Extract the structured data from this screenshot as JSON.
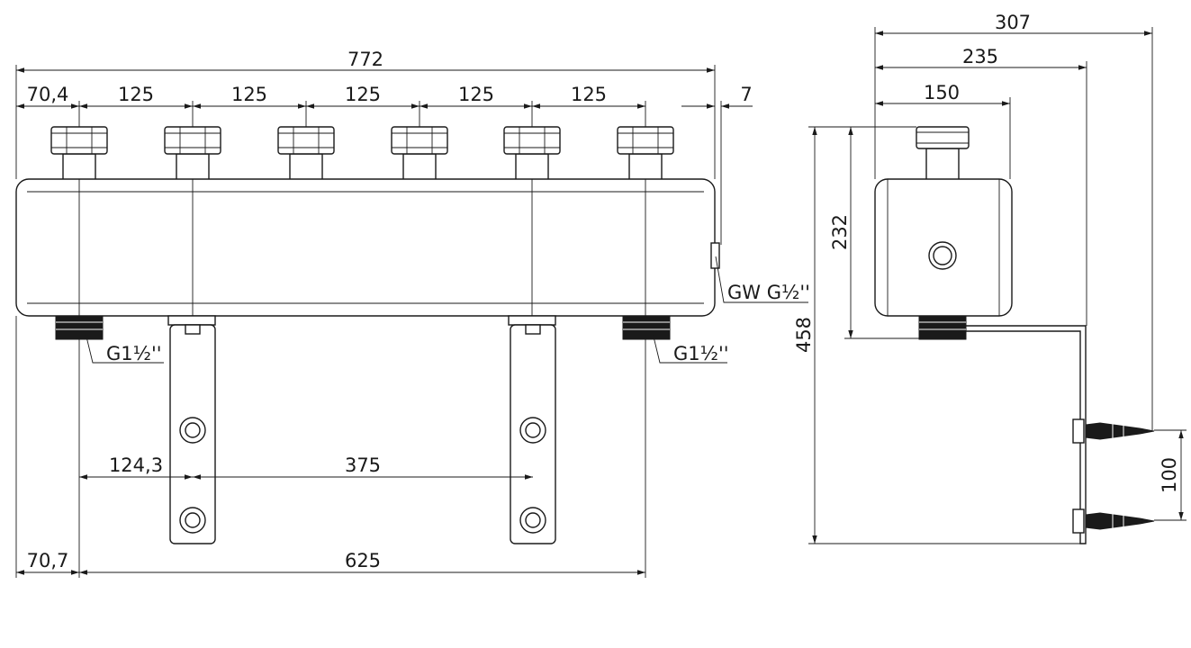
{
  "front_view": {
    "dims": {
      "overall_width": "772",
      "first_offset": "70,4",
      "pitch_1": "125",
      "pitch_2": "125",
      "pitch_3": "125",
      "pitch_4": "125",
      "pitch_5": "125",
      "right_offset": "7",
      "bracket_offset": "124,3",
      "bracket_spacing": "375",
      "bottom_offset": "70,7",
      "bottom_spacing": "625"
    },
    "labels": {
      "connection_left": "G1½''",
      "connection_right": "G1½''",
      "side_port": "GW G½''"
    }
  },
  "side_view": {
    "dims": {
      "total_depth": "307",
      "depth_235": "235",
      "depth_150": "150",
      "height_232": "232",
      "total_height": "458",
      "anchor_spacing": "100"
    }
  }
}
